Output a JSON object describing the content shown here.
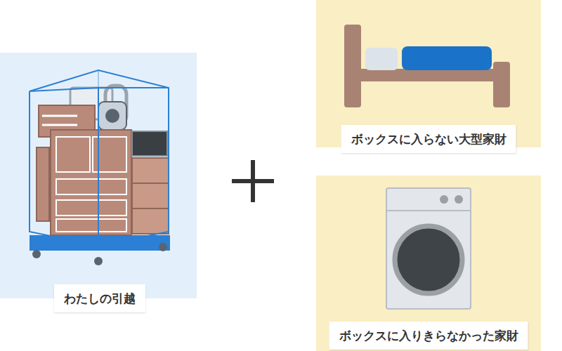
{
  "diagram": {
    "nodes": [
      {
        "text": [
          "わたしの引越"
        ]
      },
      {
        "text": [
          "ボックスに入らない大型家財"
        ]
      },
      {
        "text": [
          "ボックスに入りきらなかった家財"
        ]
      }
    ]
  }
}
